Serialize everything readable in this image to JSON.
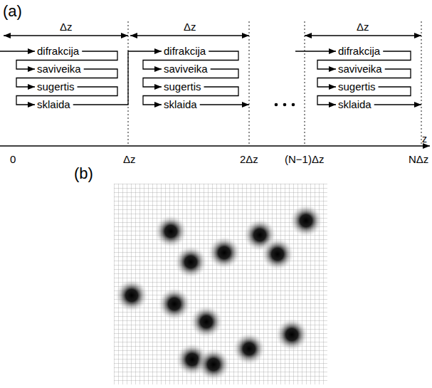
{
  "diagram": {
    "labels": [
      "(a)",
      "Δz",
      "Δz",
      "Δz",
      "difrakcija",
      "saviveika",
      "sugertis",
      "sklaida",
      "difrakcija",
      "saviveika",
      "sugertis",
      "sklaida",
      "difrakcija",
      "saviveika",
      "sugertis",
      "sklaida",
      "0",
      "Δz",
      "2Δz",
      "(N−1)Δz",
      "NΔz",
      "z",
      "(b)"
    ]
  }
}
